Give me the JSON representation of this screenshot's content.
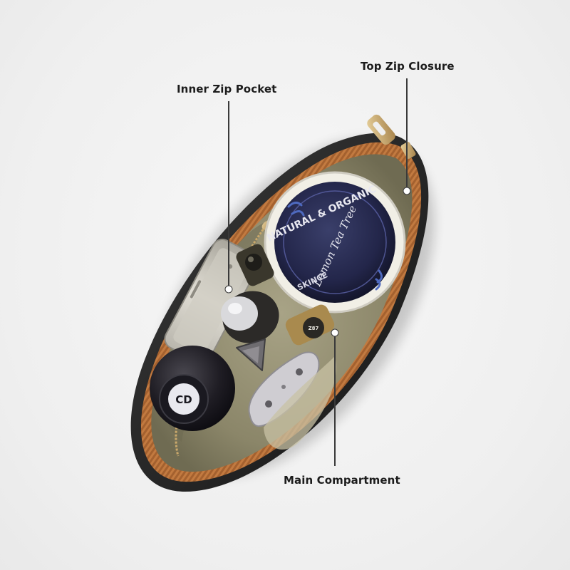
{
  "callouts": {
    "inner_zip_pocket": "Inner Zip Pocket",
    "top_zip_closure": "Top Zip Closure",
    "main_compartment": "Main Compartment"
  },
  "jar_print": {
    "brand_arc": "NATURAL & ORGANIC",
    "signature": "Lemon Tea Tree",
    "maker": "SKINCE"
  },
  "compact_mark": "CD",
  "small_vial_mark": "Z87",
  "colors": {
    "background": "#efefef",
    "bag_shell": "#2a2a2a",
    "zipper_tape": "#a4612f",
    "lining": "#8f8a6f",
    "label_text": "#1c1c1c",
    "leader_line": "#3a3a3a",
    "zip_pull": "#c9a86b"
  }
}
